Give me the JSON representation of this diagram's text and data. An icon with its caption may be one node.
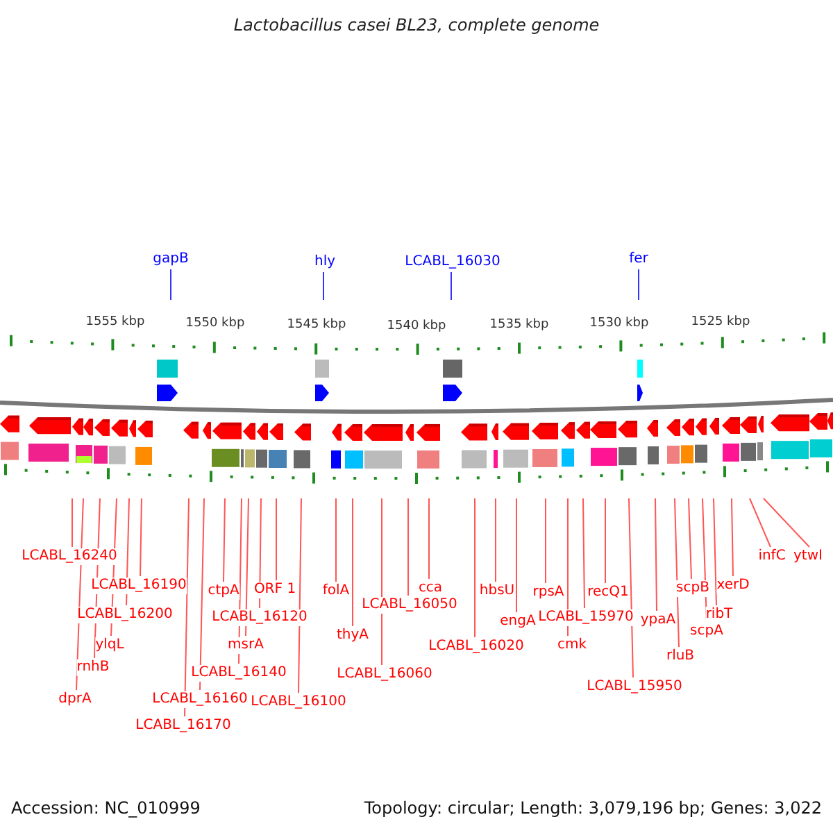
{
  "diagram": {
    "title": "Lactobacillus casei BL23, complete genome",
    "nodes": [
      {
        "text": [
          "gapB"
        ]
      },
      {
        "text": [
          "hly"
        ]
      },
      {
        "text": [
          "LCABL_16030"
        ]
      },
      {
        "text": [
          "fer"
        ]
      },
      {
        "text": [
          "LCABL_16240"
        ]
      },
      {
        "text": [
          "dprA"
        ]
      },
      {
        "text": [
          "rnhB"
        ]
      },
      {
        "text": [
          "ylqL"
        ]
      },
      {
        "text": [
          "LCABL_16200"
        ]
      },
      {
        "text": [
          "LCABL_16190"
        ]
      },
      {
        "text": [
          "LCABL_16170"
        ]
      },
      {
        "text": [
          "LCABL_16160"
        ]
      },
      {
        "text": [
          "ctpA"
        ]
      },
      {
        "text": [
          "LCABL_16140"
        ]
      },
      {
        "text": [
          "msrA"
        ]
      },
      {
        "text": [
          "LCABL_16120"
        ]
      },
      {
        "text": [
          "ORF 1"
        ]
      },
      {
        "text": [
          "LCABL_16100"
        ]
      },
      {
        "text": [
          "folA"
        ]
      },
      {
        "text": [
          "thyA"
        ]
      },
      {
        "text": [
          "LCABL_16060"
        ]
      },
      {
        "text": [
          "LCABL_16050"
        ]
      },
      {
        "text": [
          "cca"
        ]
      },
      {
        "text": [
          "LCABL_16020"
        ]
      },
      {
        "text": [
          "hbsU"
        ]
      },
      {
        "text": [
          "engA"
        ]
      },
      {
        "text": [
          "rpsA"
        ]
      },
      {
        "text": [
          "LCABL_15970"
        ]
      },
      {
        "text": [
          "cmk"
        ]
      },
      {
        "text": [
          "recQ1"
        ]
      },
      {
        "text": [
          "LCABL_15950"
        ]
      },
      {
        "text": [
          "ypaA"
        ]
      },
      {
        "text": [
          "rluB"
        ]
      },
      {
        "text": [
          "scpB"
        ]
      },
      {
        "text": [
          "scpA"
        ]
      },
      {
        "text": [
          "ribT"
        ]
      },
      {
        "text": [
          "xerD"
        ]
      },
      {
        "text": [
          "infC"
        ]
      },
      {
        "text": [
          "ytwI"
        ]
      }
    ],
    "edges": [
      {
        "from": 0,
        "to": null,
        "arrow": "none",
        "color": "#3333ff"
      },
      {
        "from": 1,
        "to": null,
        "arrow": "none",
        "color": "#3333ff"
      },
      {
        "from": 2,
        "to": null,
        "arrow": "none",
        "color": "#3333ff"
      },
      {
        "from": 3,
        "to": null,
        "arrow": "none",
        "color": "#3333ff"
      },
      {
        "from": 4,
        "to": null,
        "arrow": "none"
      },
      {
        "from": 5,
        "to": null,
        "arrow": "none"
      },
      {
        "from": 6,
        "to": null,
        "arrow": "none"
      },
      {
        "from": 7,
        "to": null,
        "arrow": "none"
      },
      {
        "from": 8,
        "to": null,
        "arrow": "none"
      },
      {
        "from": 9,
        "to": null,
        "arrow": "none"
      },
      {
        "from": 10,
        "to": null,
        "arrow": "none"
      },
      {
        "from": 11,
        "to": null,
        "arrow": "none"
      },
      {
        "from": 12,
        "to": null,
        "arrow": "none"
      },
      {
        "from": 13,
        "to": null,
        "arrow": "none"
      },
      {
        "from": 14,
        "to": null,
        "arrow": "none"
      },
      {
        "from": 15,
        "to": null,
        "arrow": "none"
      },
      {
        "from": 16,
        "to": null,
        "arrow": "none"
      },
      {
        "from": 17,
        "to": null,
        "arrow": "none"
      },
      {
        "from": 18,
        "to": null,
        "arrow": "none"
      },
      {
        "from": 19,
        "to": null,
        "arrow": "none"
      },
      {
        "from": 20,
        "to": null,
        "arrow": "none"
      },
      {
        "from": 21,
        "to": null,
        "arrow": "none"
      },
      {
        "from": 22,
        "to": null,
        "arrow": "none"
      },
      {
        "from": 23,
        "to": null,
        "arrow": "none"
      },
      {
        "from": 24,
        "to": null,
        "arrow": "none"
      },
      {
        "from": 25,
        "to": null,
        "arrow": "none"
      },
      {
        "from": 26,
        "to": null,
        "arrow": "none"
      },
      {
        "from": 27,
        "to": null,
        "arrow": "none"
      },
      {
        "from": 28,
        "to": null,
        "arrow": "none"
      },
      {
        "from": 29,
        "to": null,
        "arrow": "none"
      },
      {
        "from": 30,
        "to": null,
        "arrow": "none"
      },
      {
        "from": 31,
        "to": null,
        "arrow": "none"
      },
      {
        "from": 32,
        "to": null,
        "arrow": "none"
      },
      {
        "from": 33,
        "to": null,
        "arrow": "none"
      },
      {
        "from": 34,
        "to": null,
        "arrow": "none"
      },
      {
        "from": 35,
        "to": null,
        "arrow": "none"
      },
      {
        "from": 36,
        "to": null,
        "arrow": "none"
      },
      {
        "from": 37,
        "to": null,
        "arrow": "none"
      },
      {
        "from": 38,
        "to": null,
        "arrow": "none"
      }
    ],
    "labels": [
      "1555 kbp",
      "1550 kbp",
      "1545 kbp",
      "1540 kbp",
      "1535 kbp",
      "1530 kbp",
      "1525 kbp",
      "Accession: NC_010999",
      "Topology: circular; Length: 3,079,196 bp; Genes: 3,022"
    ]
  }
}
